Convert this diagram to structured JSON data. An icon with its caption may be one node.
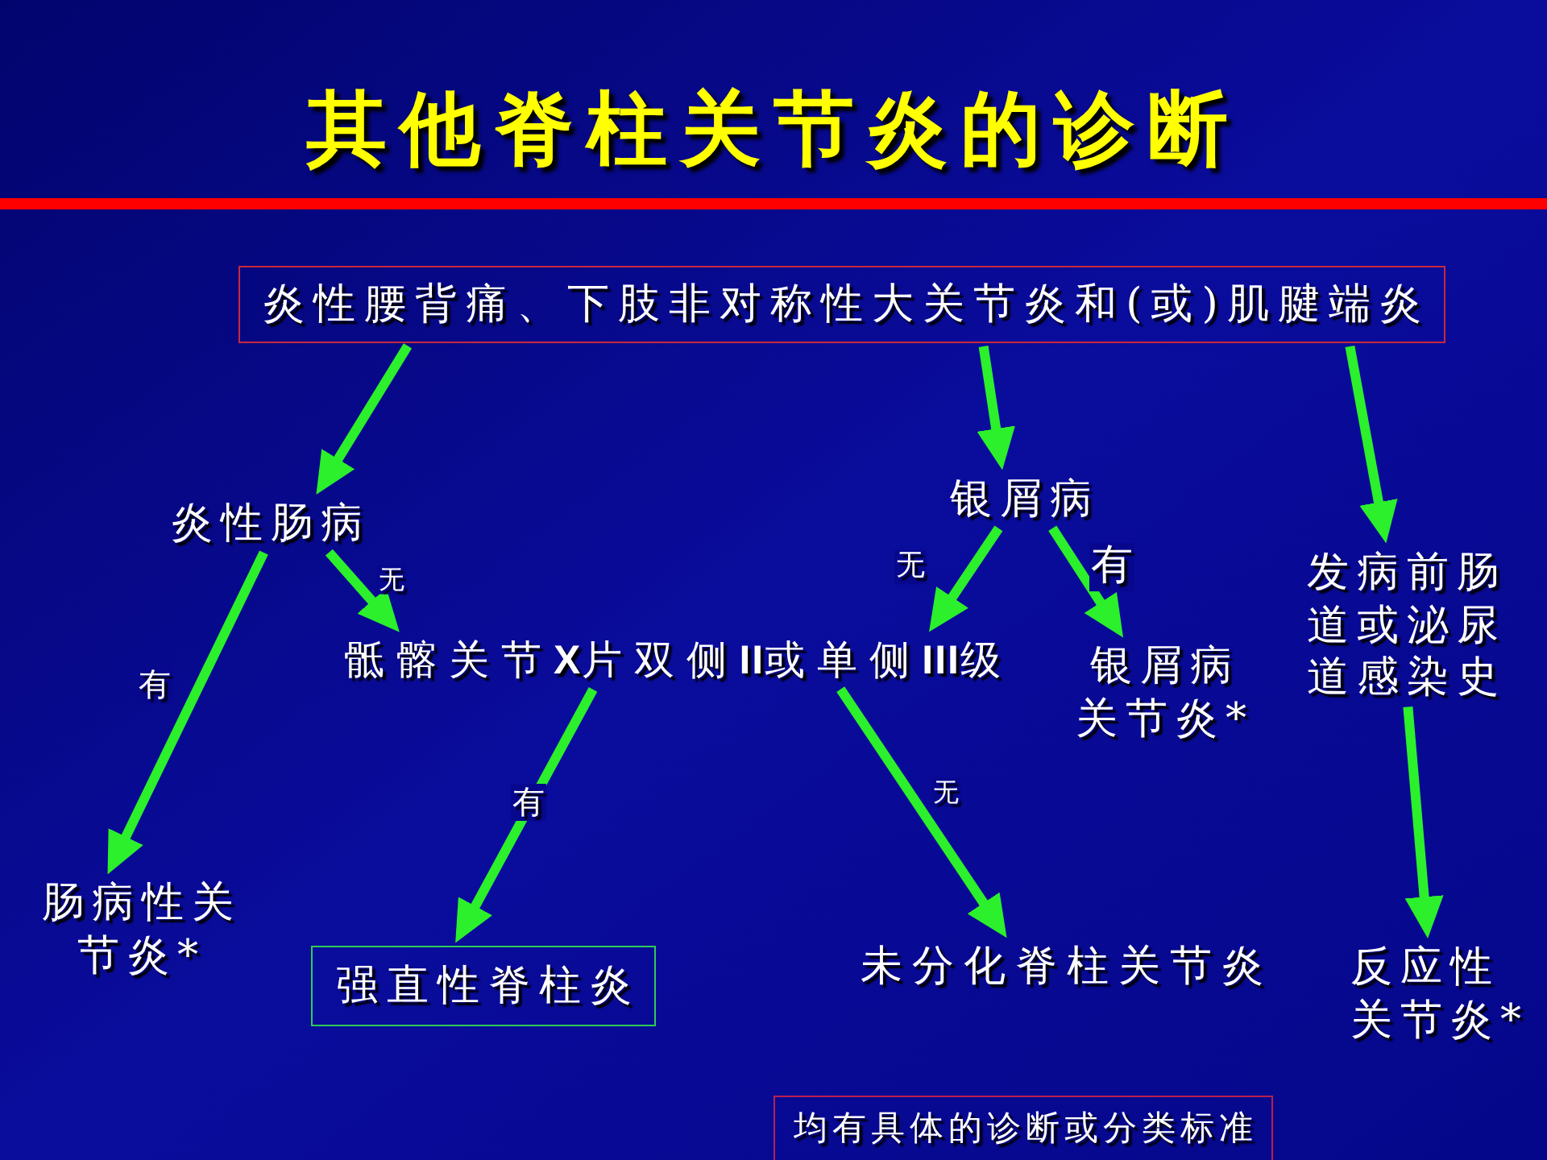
{
  "diagram": {
    "title": "其他脊柱关节炎的诊断",
    "nodes": [
      {
        "text": [
          "炎性腰背痛、下肢非对称性大关节炎和(或)肌腱端炎"
        ]
      },
      {
        "text": [
          "炎性肠病"
        ]
      },
      {
        "text": [
          "银屑病"
        ]
      },
      {
        "text": [
          "发病前肠道或泌尿道感染史"
        ]
      },
      {
        "text": [
          "骶髂关节**X**片双侧**II**或单侧**III**级"
        ]
      },
      {
        "text": [
          "银屑病关节炎*"
        ]
      },
      {
        "text": [
          "肠病性关节炎*"
        ]
      },
      {
        "text": [
          "强直性脊柱炎"
        ]
      },
      {
        "text": [
          "未分化脊柱关节炎"
        ]
      },
      {
        "text": [
          "反应性关节炎*"
        ]
      },
      {
        "text": [
          "均有具体的诊断或分类标准"
        ]
      }
    ],
    "edges": [
      {
        "from": 0,
        "to": 1,
        "arrow": "to"
      },
      {
        "from": 0,
        "to": 2,
        "arrow": "to"
      },
      {
        "from": 0,
        "to": 3,
        "arrow": "to"
      },
      {
        "from": 1,
        "to": 4,
        "arrow": "to",
        "label": "无"
      },
      {
        "from": 1,
        "to": 6,
        "arrow": "to",
        "label": "有"
      },
      {
        "from": 2,
        "to": 4,
        "arrow": "to",
        "label": "无"
      },
      {
        "from": 2,
        "to": 5,
        "arrow": "to",
        "label": "有"
      },
      {
        "from": 4,
        "to": 7,
        "arrow": "to",
        "label": "有"
      },
      {
        "from": 4,
        "to": 8,
        "arrow": "to",
        "label": "无"
      },
      {
        "from": 3,
        "to": 9,
        "arrow": "to"
      }
    ]
  }
}
